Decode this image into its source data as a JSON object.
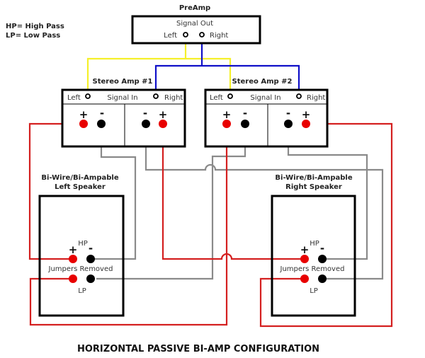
{
  "title": "HORIZONTAL PASSIVE BI-AMP CONFIGURATION",
  "legend": {
    "hp": "HP= High Pass",
    "lp": "LP= Low Pass"
  },
  "preamp": {
    "title": "PreAmp",
    "signal_label": "Signal Out",
    "left_label": "Left",
    "right_label": "Right"
  },
  "amp1": {
    "title": "Stereo Amp #1",
    "signal_label": "Signal In",
    "left_label": "Left",
    "right_label": "Right",
    "plus": "+",
    "minus": "-"
  },
  "amp2": {
    "title": "Stereo Amp #2",
    "signal_label": "Signal In",
    "left_label": "Left",
    "right_label": "Right",
    "plus": "+",
    "minus": "-"
  },
  "left_speaker": {
    "title_line1": "Bi-Wire/Bi-Ampable",
    "title_line2": "Left Speaker",
    "hp_label": "HP",
    "lp_label": "LP",
    "jumpers_label": "Jumpers Removed",
    "plus": "+",
    "minus": "-"
  },
  "right_speaker": {
    "title_line1": "Bi-Wire/Bi-Ampable",
    "title_line2": "Right Speaker",
    "hp_label": "HP",
    "lp_label": "LP",
    "jumpers_label": "Jumpers Removed",
    "plus": "+",
    "minus": "-"
  },
  "colors": {
    "left_signal": "#f5f02a",
    "right_signal": "#1010c8",
    "positive_wire": "#d42020",
    "negative_wire": "#8a8a8a",
    "positive_terminal": "#e80000",
    "negative_terminal": "#000000"
  }
}
